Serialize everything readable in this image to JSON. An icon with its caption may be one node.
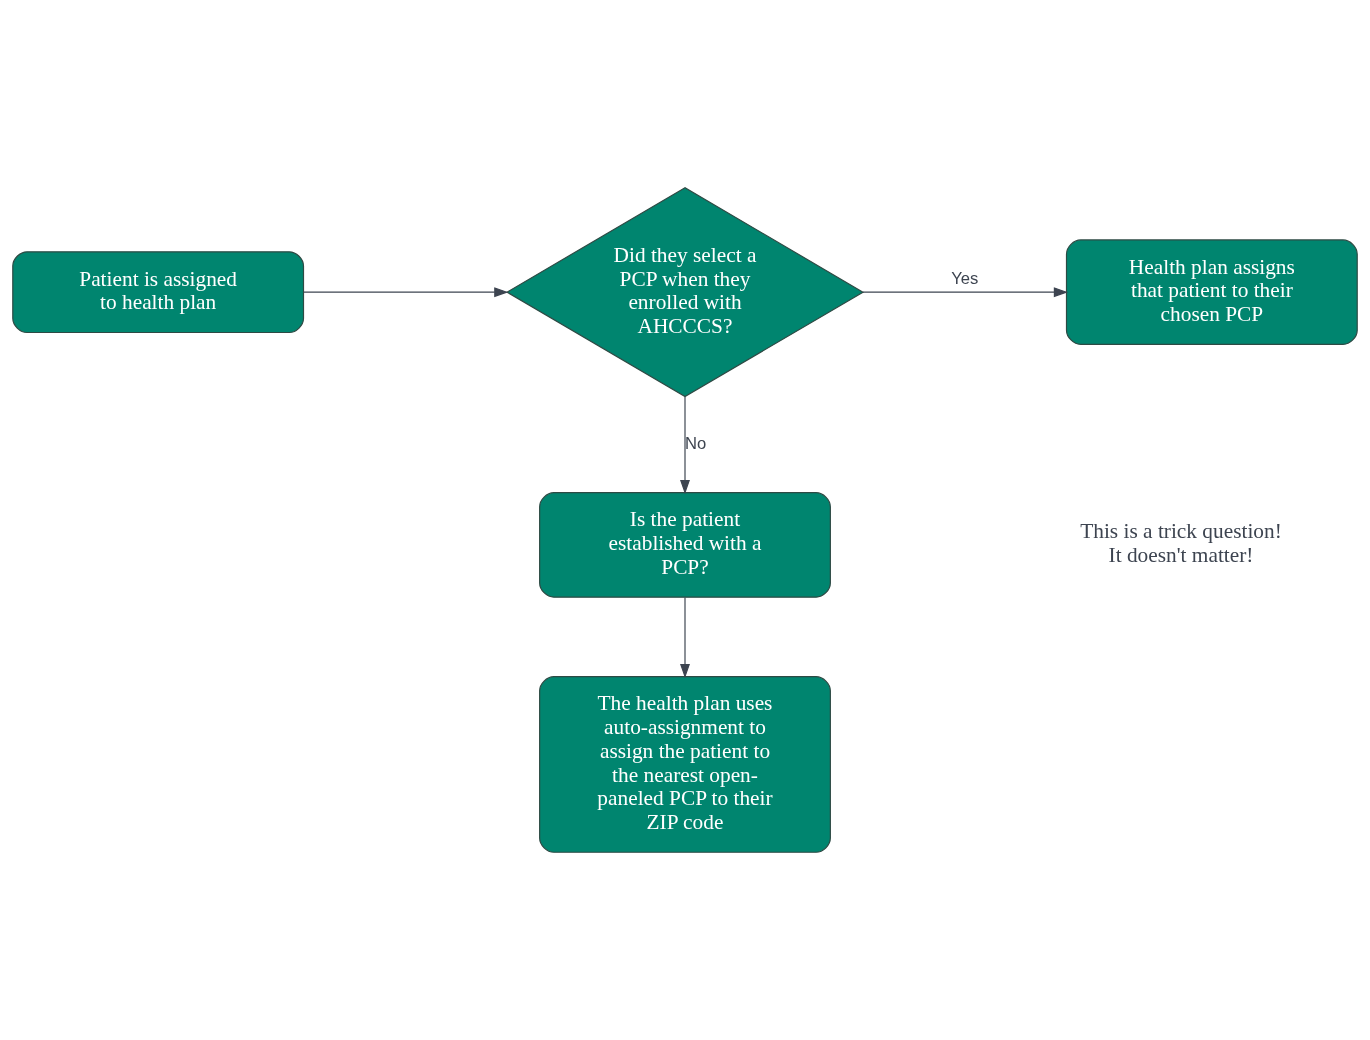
{
  "diagram": {
    "nodes": [
      {
        "text": [
          "Patient is assigned to health plan"
        ]
      },
      {
        "text": [
          "Did they select a PCP when they enrolled with AHCCCS?"
        ]
      },
      {
        "text": [
          "Health plan assigns that patient to their chosen PCP"
        ]
      },
      {
        "text": [
          "Is the patient established with a PCP?"
        ]
      },
      {
        "text": [
          "The health plan uses auto-assignment to assign the patient to the nearest open-paneled PCP to their ZIP code"
        ]
      }
    ],
    "edges": [
      {
        "from": 0,
        "to": 1,
        "arrow": "to"
      },
      {
        "from": 1,
        "to": 2,
        "arrow": "to",
        "label": "Yes"
      },
      {
        "from": 1,
        "to": 3,
        "arrow": "to",
        "label": "No"
      },
      {
        "from": 3,
        "to": 4,
        "arrow": "to"
      }
    ],
    "labels": [
      "This is a trick question! It doesn't matter!"
    ]
  }
}
